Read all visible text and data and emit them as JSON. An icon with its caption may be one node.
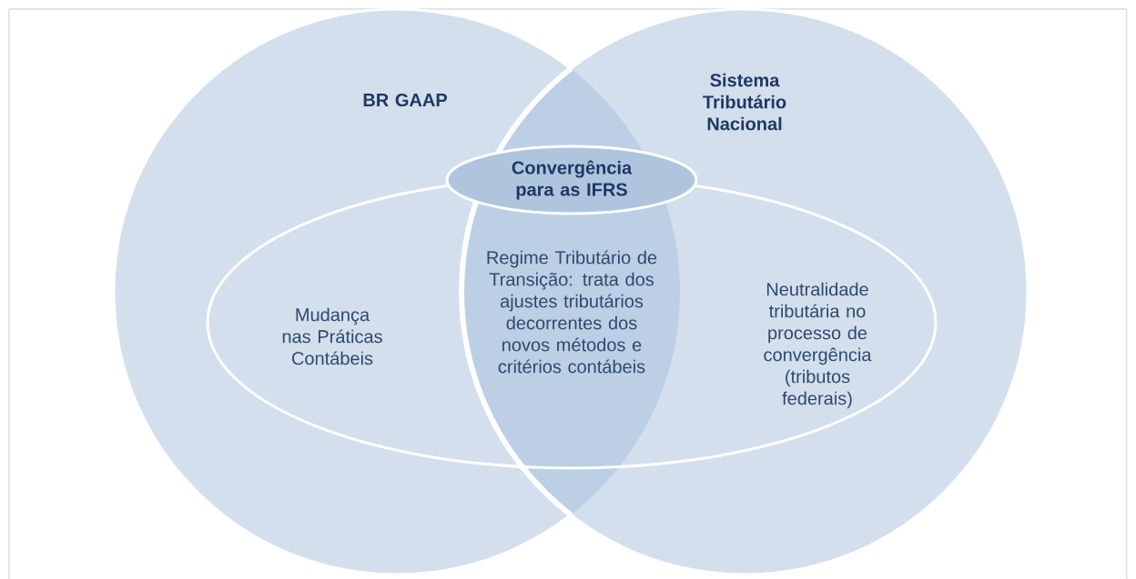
{
  "diagram": {
    "nodes": [
      {
        "text": [
          "BR GAAP"
        ]
      },
      {
        "text": [
          "Sistema Tributário Nacional"
        ]
      },
      {
        "text": [
          "Mudança nas Práticas Contábeis",
          "Regime Tributário de Transição: trata dos ajustes tributários decorrentes dos novos métodos e critérios contábeis",
          "Neutralidade tributária no processo de convergência (tributos federais)"
        ]
      },
      {
        "text": [
          "Convergência para as IFRS"
        ]
      }
    ]
  }
}
